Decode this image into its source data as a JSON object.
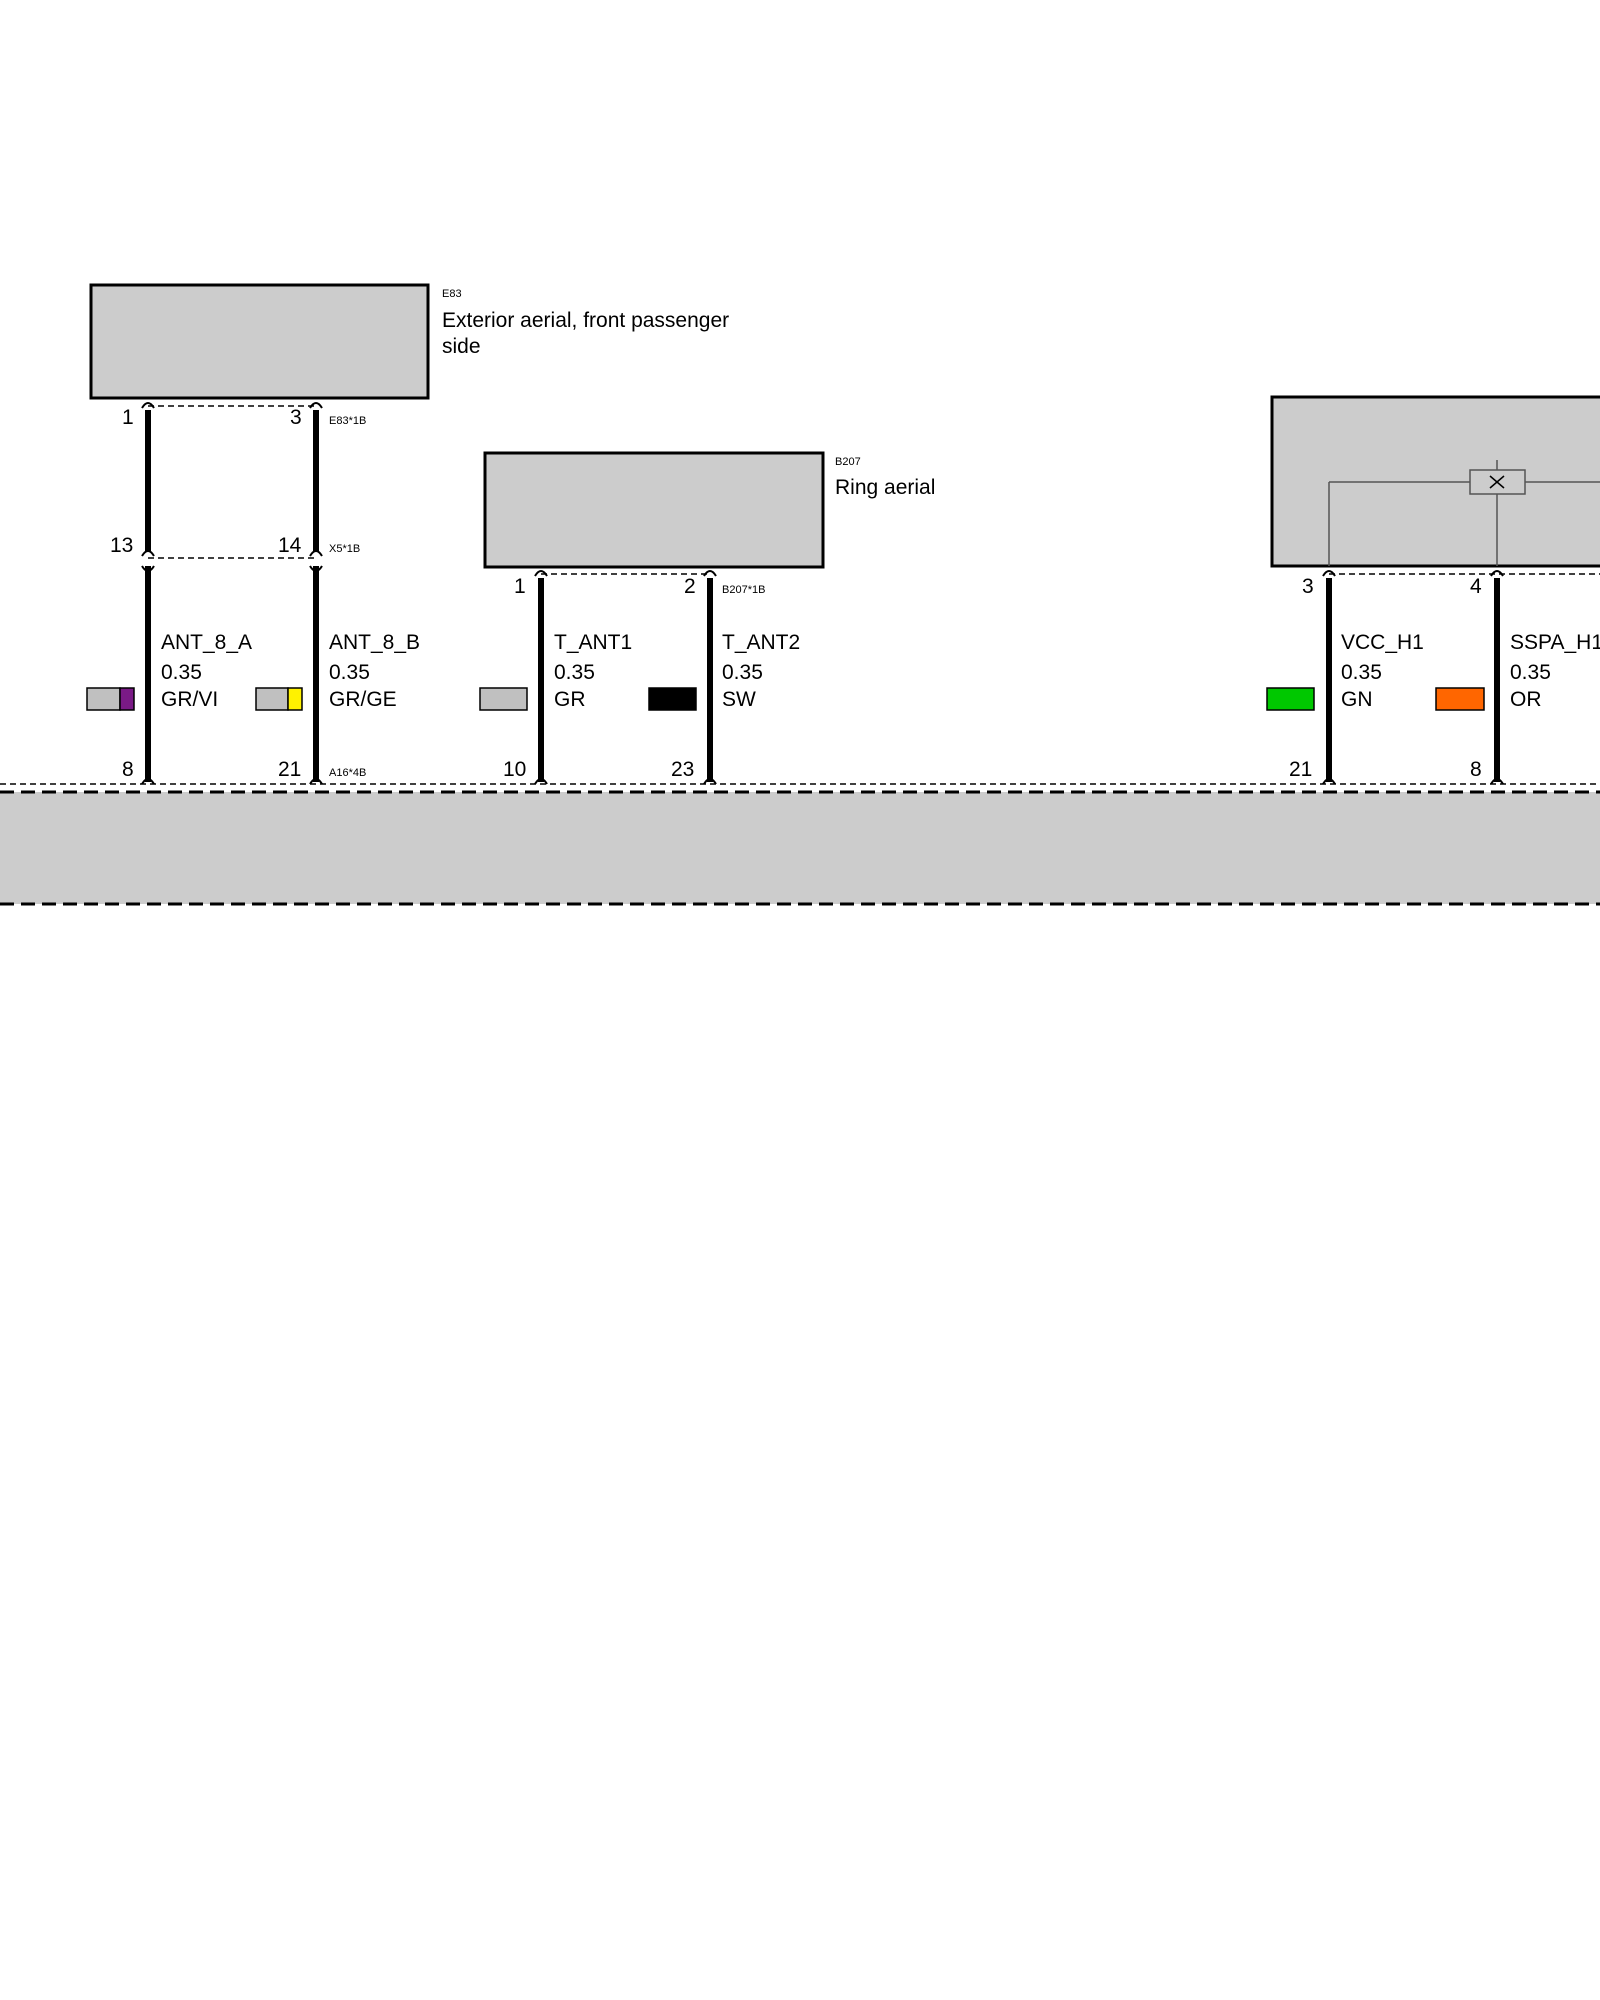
{
  "components": {
    "e83": {
      "code": "E83",
      "name_line1": "Exterior aerial, front passenger",
      "name_line2": "side",
      "connector": "E83*1B"
    },
    "b207": {
      "code": "B207",
      "name": "Ring aerial",
      "connector": "B207*1B"
    },
    "x5": {
      "connector": "X5*1B"
    },
    "a16": {
      "connector": "A16*4B"
    }
  },
  "wires": [
    {
      "signal": "ANT_8_A",
      "gauge": "0.35",
      "color_code": "GR/VI",
      "colors": [
        "#c0c0c0",
        "#7a1a86"
      ],
      "pin_top": "1",
      "pin_mid": "13",
      "pin_bottom": "8"
    },
    {
      "signal": "ANT_8_B",
      "gauge": "0.35",
      "color_code": "GR/GE",
      "colors": [
        "#c0c0c0",
        "#fff200"
      ],
      "pin_top": "3",
      "pin_mid": "14",
      "pin_bottom": "21"
    },
    {
      "signal": "T_ANT1",
      "gauge": "0.35",
      "color_code": "GR",
      "colors": [
        "#c0c0c0"
      ],
      "pin_top": "1",
      "pin_bottom": "10"
    },
    {
      "signal": "T_ANT2",
      "gauge": "0.35",
      "color_code": "SW",
      "colors": [
        "#000000"
      ],
      "pin_top": "2",
      "pin_bottom": "23"
    },
    {
      "signal": "VCC_H1",
      "gauge": "0.35",
      "color_code": "GN",
      "colors": [
        "#00c800"
      ],
      "pin_top": "3",
      "pin_bottom": "21"
    },
    {
      "signal": "SSPA_H1",
      "gauge": "0.35",
      "color_code": "OR",
      "colors": [
        "#ff6600"
      ],
      "pin_top": "4",
      "pin_bottom": "8"
    }
  ],
  "colors": {
    "box_fill": "#cccccc",
    "line": "#000000"
  }
}
